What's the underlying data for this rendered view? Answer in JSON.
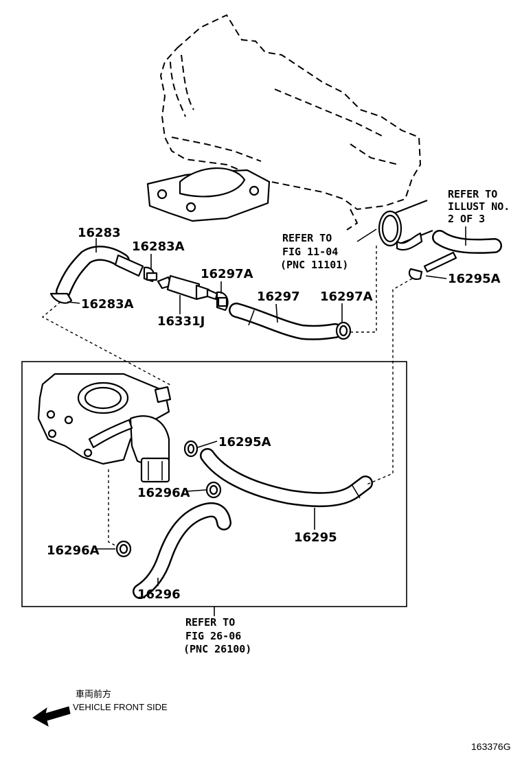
{
  "parts": {
    "p16283": "16283",
    "p16283A_top": "16283A",
    "p16283A_left": "16283A",
    "p16331J": "16331J",
    "p16297A_left": "16297A",
    "p16297": "16297",
    "p16297A_right": "16297A",
    "p16295A_top": "16295A",
    "p16295A_mid": "16295A",
    "p16295": "16295",
    "p16296A_top": "16296A",
    "p16296A_left": "16296A",
    "p16296": "16296"
  },
  "refs": {
    "fig_11_04": {
      "line1": "REFER TO",
      "line2": "FIG 11-04",
      "line3": "(PNC 11101)"
    },
    "illust": {
      "line1": "REFER TO",
      "line2": "ILLUST NO.",
      "line3": "2 OF 3"
    },
    "fig_26_06": {
      "line1": "REFER TO",
      "line2": "FIG 26-06",
      "line3": "(PNC 26100)"
    }
  },
  "direction": {
    "japanese": "車両前方",
    "english": "VEHICLE FRONT SIDE"
  },
  "figure_code": "163376G"
}
